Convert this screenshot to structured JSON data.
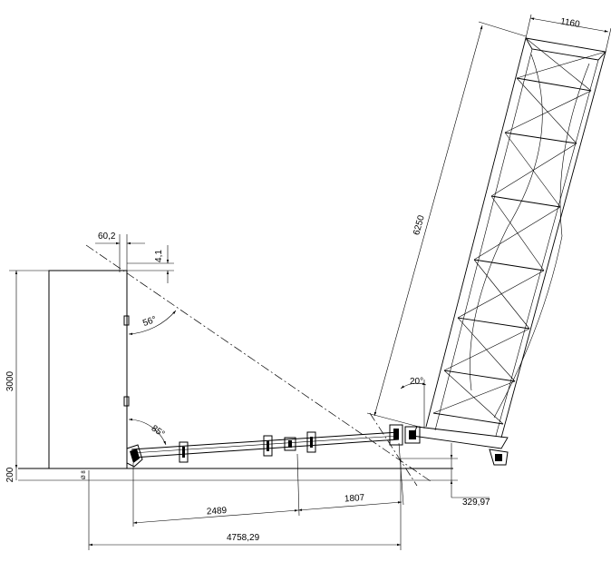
{
  "dimensions": {
    "height_main": "3000",
    "height_base": "200",
    "offset_top": "60,2",
    "offset_small": "4,1",
    "angle_upper": "56°",
    "angle_lower": "85°",
    "angle_truss": "20°",
    "length_truss": "6250",
    "width_truss": "1160",
    "seg_a": "2489",
    "seg_b": "1807",
    "total_length": "4758,29",
    "elevation": "329,97"
  }
}
